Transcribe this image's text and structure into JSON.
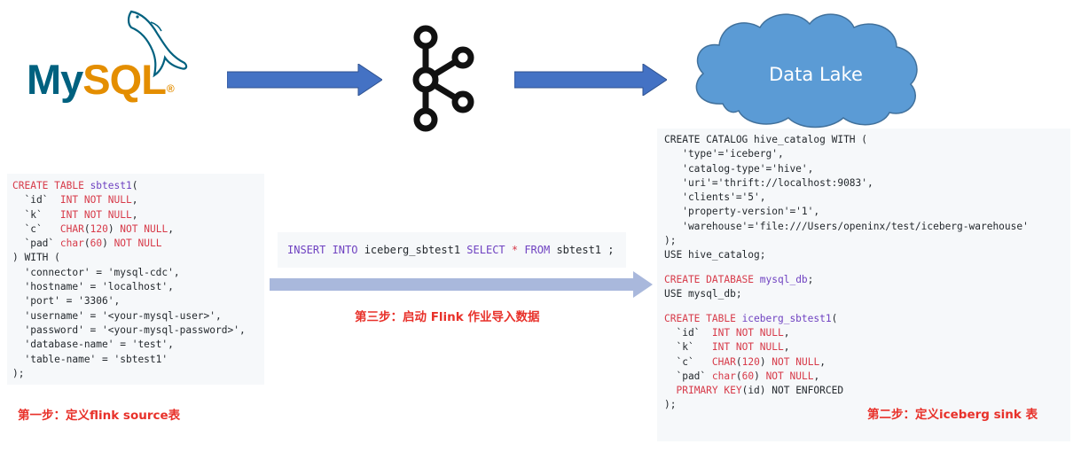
{
  "logos": {
    "mysql": {
      "part1": "My",
      "part2": "SQL",
      "reg": "®"
    },
    "data_lake_label": "Data Lake"
  },
  "source_code": [
    [
      {
        "t": "CREATE TABLE ",
        "c": "kw"
      },
      {
        "t": "sbtest1",
        "c": "fn"
      },
      {
        "t": "(",
        "c": ""
      }
    ],
    [
      {
        "t": "  `id`  ",
        "c": ""
      },
      {
        "t": "INT NOT NULL",
        "c": "kw"
      },
      {
        "t": ",",
        "c": ""
      }
    ],
    [
      {
        "t": "  `k`   ",
        "c": ""
      },
      {
        "t": "INT NOT NULL",
        "c": "kw"
      },
      {
        "t": ",",
        "c": ""
      }
    ],
    [
      {
        "t": "  `c`   ",
        "c": ""
      },
      {
        "t": "CHAR",
        "c": "kw"
      },
      {
        "t": "(",
        "c": ""
      },
      {
        "t": "120",
        "c": "kw"
      },
      {
        "t": ") ",
        "c": ""
      },
      {
        "t": "NOT NULL",
        "c": "kw"
      },
      {
        "t": ",",
        "c": ""
      }
    ],
    [
      {
        "t": "  `pad` ",
        "c": ""
      },
      {
        "t": "char",
        "c": "kw"
      },
      {
        "t": "(",
        "c": ""
      },
      {
        "t": "60",
        "c": "kw"
      },
      {
        "t": ") ",
        "c": ""
      },
      {
        "t": "NOT NULL",
        "c": "kw"
      }
    ],
    [
      {
        "t": ") WITH (",
        "c": ""
      }
    ],
    [
      {
        "t": "  'connector' = 'mysql-cdc',",
        "c": ""
      }
    ],
    [
      {
        "t": "  'hostname' = 'localhost',",
        "c": ""
      }
    ],
    [
      {
        "t": "  'port' = '3306',",
        "c": ""
      }
    ],
    [
      {
        "t": "  'username' = '<your-mysql-user>',",
        "c": ""
      }
    ],
    [
      {
        "t": "  'password' = '<your-mysql-password>',",
        "c": ""
      }
    ],
    [
      {
        "t": "  'database-name' = 'test',",
        "c": ""
      }
    ],
    [
      {
        "t": "  'table-name' = 'sbtest1'",
        "c": ""
      }
    ],
    [
      {
        "t": ");",
        "c": ""
      }
    ]
  ],
  "insert_code": [
    [
      {
        "t": "INSERT INTO ",
        "c": "fn"
      },
      {
        "t": "iceberg_sbtest1 ",
        "c": ""
      },
      {
        "t": "SELECT ",
        "c": "fn"
      },
      {
        "t": "* ",
        "c": "kw"
      },
      {
        "t": "FROM ",
        "c": "fn"
      },
      {
        "t": "sbtest1 ;",
        "c": ""
      }
    ]
  ],
  "sink_code": [
    [
      {
        "t": "CREATE CATALOG hive_catalog WITH (",
        "c": ""
      }
    ],
    [
      {
        "t": "   'type'='iceberg',",
        "c": ""
      }
    ],
    [
      {
        "t": "   'catalog-type'='hive',",
        "c": ""
      }
    ],
    [
      {
        "t": "   'uri'='thrift://localhost:9083',",
        "c": ""
      }
    ],
    [
      {
        "t": "   'clients'='5',",
        "c": ""
      }
    ],
    [
      {
        "t": "   'property-version'='1',",
        "c": ""
      }
    ],
    [
      {
        "t": "   'warehouse'='file:///Users/openinx/test/iceberg-warehouse'",
        "c": ""
      }
    ],
    [
      {
        "t": ");",
        "c": ""
      }
    ],
    [
      {
        "t": "USE hive_catalog;",
        "c": ""
      }
    ],
    [
      {
        "t": "",
        "c": ""
      }
    ],
    [
      {
        "t": "CREATE DATABASE ",
        "c": "kw"
      },
      {
        "t": "mysql_db",
        "c": "fn"
      },
      {
        "t": ";",
        "c": ""
      }
    ],
    [
      {
        "t": "USE mysql_db;",
        "c": ""
      }
    ],
    [
      {
        "t": "",
        "c": ""
      }
    ],
    [
      {
        "t": "CREATE TABLE ",
        "c": "kw"
      },
      {
        "t": "iceberg_sbtest1",
        "c": "fn"
      },
      {
        "t": "(",
        "c": ""
      }
    ],
    [
      {
        "t": "  `id`  ",
        "c": ""
      },
      {
        "t": "INT NOT NULL",
        "c": "kw"
      },
      {
        "t": ",",
        "c": ""
      }
    ],
    [
      {
        "t": "  `k`   ",
        "c": ""
      },
      {
        "t": "INT NOT NULL",
        "c": "kw"
      },
      {
        "t": ",",
        "c": ""
      }
    ],
    [
      {
        "t": "  `c`   ",
        "c": ""
      },
      {
        "t": "CHAR",
        "c": "kw"
      },
      {
        "t": "(",
        "c": ""
      },
      {
        "t": "120",
        "c": "kw"
      },
      {
        "t": ") ",
        "c": ""
      },
      {
        "t": "NOT NULL",
        "c": "kw"
      },
      {
        "t": ",",
        "c": ""
      }
    ],
    [
      {
        "t": "  `pad` ",
        "c": ""
      },
      {
        "t": "char",
        "c": "kw"
      },
      {
        "t": "(",
        "c": ""
      },
      {
        "t": "60",
        "c": "kw"
      },
      {
        "t": ") ",
        "c": ""
      },
      {
        "t": "NOT NULL",
        "c": "kw"
      },
      {
        "t": ",",
        "c": ""
      }
    ],
    [
      {
        "t": "  ",
        "c": ""
      },
      {
        "t": "PRIMARY KEY",
        "c": "kw"
      },
      {
        "t": "(id) NOT ENFORCED",
        "c": ""
      }
    ],
    [
      {
        "t": ");",
        "c": ""
      }
    ]
  ],
  "steps": {
    "step1": "第一步：定义flink source表",
    "step2": "第二步：定义iceberg sink 表",
    "step3": "第三步：启动 Flink 作业导入数据"
  },
  "colors": {
    "arrow_blue": "#4472c4",
    "arrow_light": "#a9b8dc",
    "cloud_fill": "#5b9bd5",
    "step_red": "#e8312a"
  }
}
